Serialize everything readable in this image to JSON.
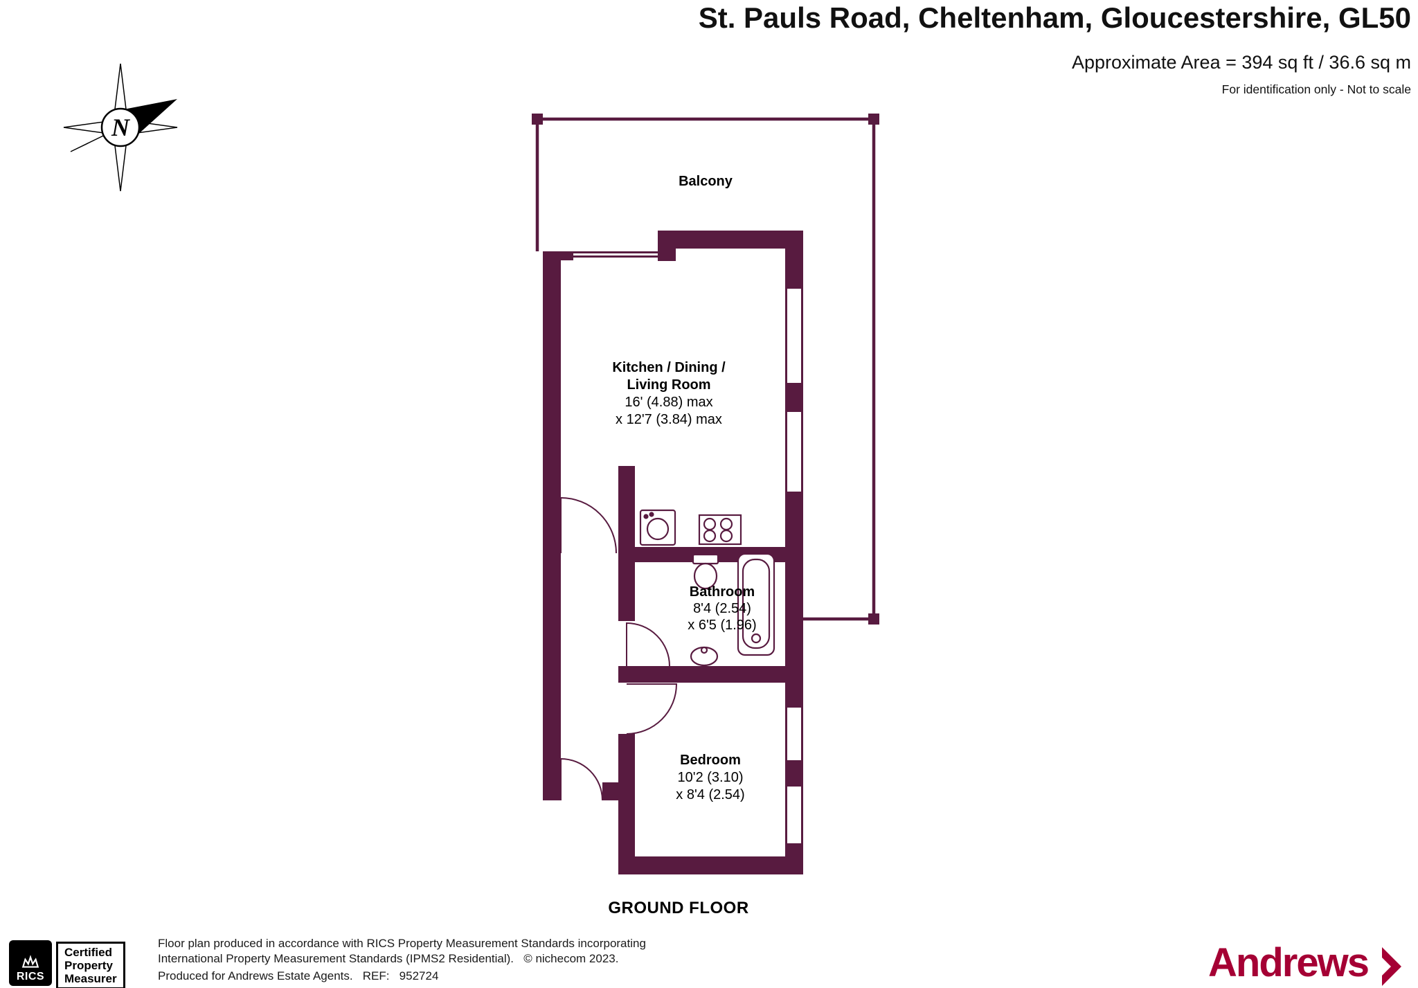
{
  "header": {
    "title": "St. Pauls Road, Cheltenham, Gloucestershire, GL50",
    "area_line": "Approximate Area = 394 sq ft / 36.6 sq m",
    "note_line": "For identification only - Not to scale"
  },
  "compass": {
    "north": "N"
  },
  "plan": {
    "floor_label": "GROUND FLOOR",
    "wall_color": "#581b40",
    "rooms": {
      "balcony": {
        "label": "Balcony"
      },
      "kitchen": {
        "name_line1": "Kitchen / Dining /",
        "name_line2": "Living Room",
        "dim_line1": "16' (4.88) max",
        "dim_line2": "x 12'7 (3.84) max"
      },
      "bathroom": {
        "name": "Bathroom",
        "dim_line1": "8'4 (2.54)",
        "dim_line2": "x 6'5 (1.96)"
      },
      "bedroom": {
        "name": "Bedroom",
        "dim_line1": "10'2 (3.10)",
        "dim_line2": "x 8'4 (2.54)"
      }
    }
  },
  "footer": {
    "rics": "RICS",
    "certified": [
      "Certified",
      "Property",
      "Measurer"
    ],
    "lines": [
      "Floor plan produced in accordance with RICS Property Measurement Standards incorporating",
      "International Property Measurement Standards (IPMS2 Residential).   © nichecom 2023.",
      "Produced for Andrews Estate Agents.   REF:   952724"
    ],
    "brand": "Andrews",
    "brand_color": "#a50034"
  }
}
